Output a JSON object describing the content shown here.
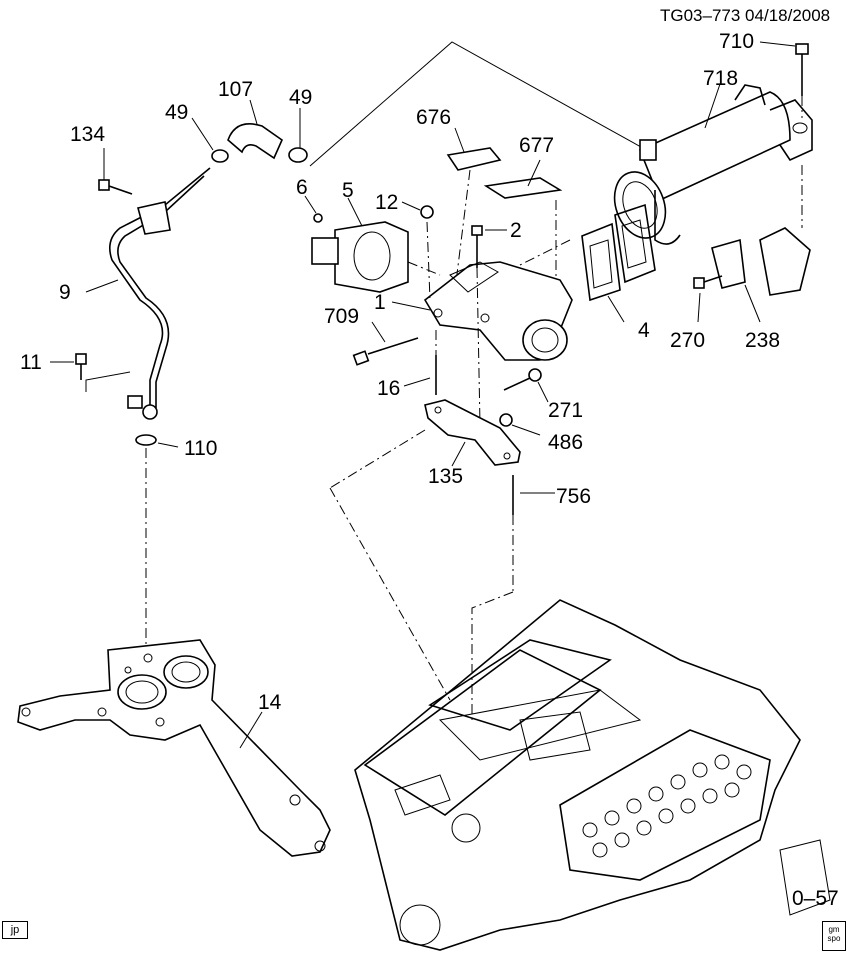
{
  "header": {
    "ref": "TG03–773  04/18/2008"
  },
  "callouts": [
    {
      "id": "710",
      "text": "710"
    },
    {
      "id": "718",
      "text": "718"
    },
    {
      "id": "107",
      "text": "107"
    },
    {
      "id": "49a",
      "text": "49"
    },
    {
      "id": "49b",
      "text": "49"
    },
    {
      "id": "134",
      "text": "134"
    },
    {
      "id": "676",
      "text": "676"
    },
    {
      "id": "677",
      "text": "677"
    },
    {
      "id": "6",
      "text": "6"
    },
    {
      "id": "5",
      "text": "5"
    },
    {
      "id": "12",
      "text": "12"
    },
    {
      "id": "2",
      "text": "2"
    },
    {
      "id": "9",
      "text": "9"
    },
    {
      "id": "1",
      "text": "1"
    },
    {
      "id": "709",
      "text": "709"
    },
    {
      "id": "4",
      "text": "4"
    },
    {
      "id": "270",
      "text": "270"
    },
    {
      "id": "238",
      "text": "238"
    },
    {
      "id": "11",
      "text": "11"
    },
    {
      "id": "16",
      "text": "16"
    },
    {
      "id": "271",
      "text": "271"
    },
    {
      "id": "110",
      "text": "110"
    },
    {
      "id": "486",
      "text": "486"
    },
    {
      "id": "135",
      "text": "135"
    },
    {
      "id": "756",
      "text": "756"
    },
    {
      "id": "14",
      "text": "14"
    }
  ],
  "page_number": "0–57",
  "footer": {
    "left_tag": "jp",
    "right_logo": "gm spo"
  }
}
